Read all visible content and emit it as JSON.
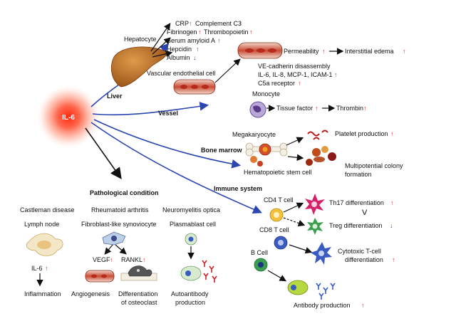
{
  "center": {
    "label": "IL-6"
  },
  "organs": {
    "liver": "Liver",
    "vessel": "Vessel",
    "bone_marrow": "Bone marrow",
    "immune_system": "Immune system"
  },
  "liver": {
    "hepatocyte": "Hepatocyte",
    "crp": "CRP",
    "complement_c3": "Complement C3",
    "fibrinogen": "Fibrinogen",
    "thrombopoietin": "Thrombopoietin",
    "serum_amyloid_a": "Serum amyloid A",
    "hepcidin": "Hepcidin",
    "albumin": "Albumin"
  },
  "vessel": {
    "endothelial_cell": "Vascular endothelial cell",
    "permeability": "Permeability",
    "interstitial_edema": "Interstitial edema",
    "ve_cadherin": "VE-cadherin disassembly",
    "il_list": "IL-6, IL-8, MCP-1, ICAM-1",
    "c5a": "C5a receptor",
    "monocyte": "Monocyte",
    "tissue_factor": "Tissue factor",
    "thrombin": "Thrombin"
  },
  "bone_marrow": {
    "megakaryocyte": "Megakaryocyte",
    "platelet_production": "Platelet production",
    "stem_cell": "Hematopoietic stem cell",
    "multipotential_1": "Multipotential colony",
    "multipotential_2": "formation"
  },
  "immune": {
    "cd4": "CD4 T cell",
    "th17": "Th17 differentiation",
    "v": "V",
    "treg": "Treg differentiation",
    "cd8": "CD8 T cell",
    "cytotoxic_1": "Cytotoxic T-cell",
    "cytotoxic_2": "differentiation",
    "bcell": "B Cell",
    "antibody": "Antibody production"
  },
  "pathology": {
    "title": "Pathological condition",
    "castleman": "Castleman disease",
    "ra": "Rheumatoid arthritis",
    "nmo": "Neuromyelitis optica",
    "lymph_node": "Lymph node",
    "fls": "Fibroblast-like synoviocyte",
    "plasmablast": "Plasmablast cell",
    "il6": "IL-6",
    "vegf": "VEGF",
    "rankl": "RANKL",
    "inflammation": "Inflammation",
    "angiogenesis": "Angiogenesis",
    "osteoclast_1": "Differentiation",
    "osteoclast_2": "of osteoclast",
    "autoantibody_1": "Autoantibody",
    "autoantibody_2": "production"
  },
  "colors": {
    "up_arrow": "#e02020",
    "down_arrow": "#2b50c0",
    "connector": "#2b46b0"
  }
}
